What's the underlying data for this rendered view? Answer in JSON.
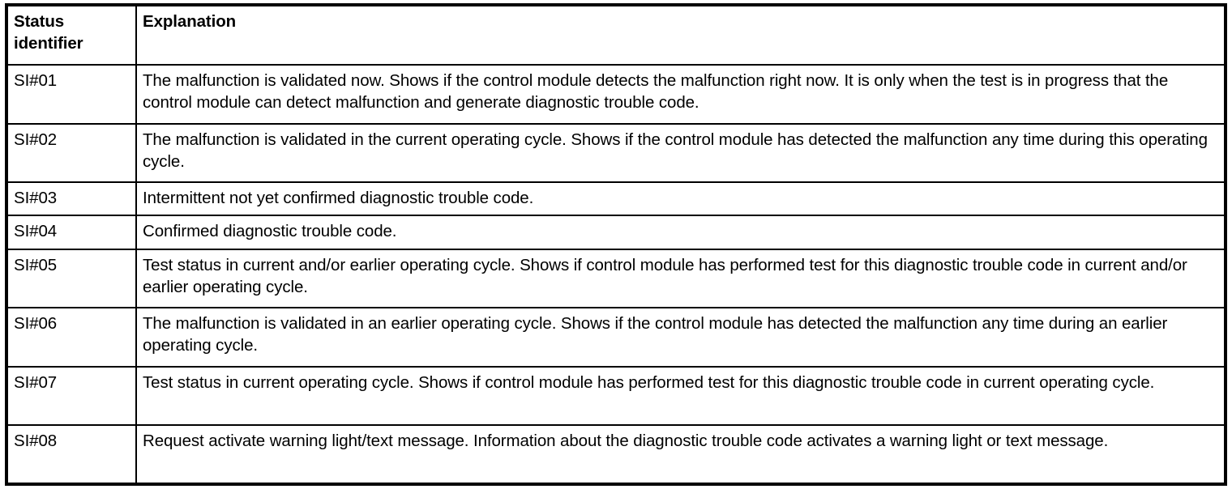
{
  "table": {
    "headers": {
      "status_identifier_line1": "Status",
      "status_identifier_line2": "identifier",
      "explanation": "Explanation"
    },
    "rows": [
      {
        "id": "SI#01",
        "explanation": "The malfunction is validated now. Shows if the control module detects the malfunction right now. It is only when the test is in progress that the control module can detect malfunction and generate diagnostic trouble code.",
        "lines": 2
      },
      {
        "id": "SI#02",
        "explanation": "The malfunction is validated in the current operating cycle. Shows if the control module has detected the malfunction any time during this operating cycle.",
        "lines": 2
      },
      {
        "id": "SI#03",
        "explanation": "Intermittent not yet confirmed diagnostic trouble code.",
        "lines": 1
      },
      {
        "id": "SI#04",
        "explanation": "Confirmed diagnostic trouble code.",
        "lines": 1
      },
      {
        "id": "SI#05",
        "explanation": "Test status in current and/or earlier operating cycle. Shows if control module has performed test for this diagnostic trouble code in current and/or earlier operating cycle.",
        "lines": 2
      },
      {
        "id": "SI#06",
        "explanation": "The malfunction is validated in an earlier operating cycle. Shows if the control module has detected the malfunction any time during an earlier operating cycle.",
        "lines": 2
      },
      {
        "id": "SI#07",
        "explanation": "Test status in current operating cycle. Shows if control module has performed test for this diagnostic trouble code in current operating cycle.",
        "lines": 2
      },
      {
        "id": "SI#08",
        "explanation": "Request activate warning light/text message. Information about the diagnostic trouble code activates a warning light or text message.",
        "lines": 2
      }
    ]
  },
  "colors": {
    "border": "#000000",
    "text": "#000000",
    "background": "#ffffff"
  }
}
